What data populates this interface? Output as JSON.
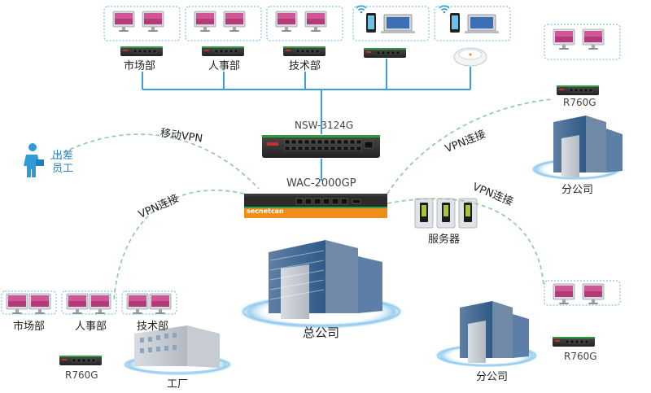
{
  "top_groups": [
    {
      "label": "市场部"
    },
    {
      "label": "人事部"
    },
    {
      "label": "技术部"
    }
  ],
  "devices": {
    "core_switch": "NSW-3124G",
    "controller": "WAC-2000GP",
    "controller_brand": "secnetcan",
    "router": "R760G"
  },
  "labels": {
    "mobile_vpn": "移动VPN",
    "vpn_link": "VPN连接",
    "traveling_staff": "出差员工",
    "servers": "服务器",
    "headquarters": "总公司",
    "branch": "分公司",
    "factory": "工厂"
  },
  "bottom_left_groups": [
    {
      "label": "市场部"
    },
    {
      "label": "人事部"
    },
    {
      "label": "技术部"
    }
  ],
  "colors": {
    "accent_blue": "#2f9bd6",
    "dashed_green": "#7cc08e",
    "device_dark": "#3a3a3a",
    "orange": "#f08c1a",
    "ring_blue": "#9dd3f0"
  }
}
